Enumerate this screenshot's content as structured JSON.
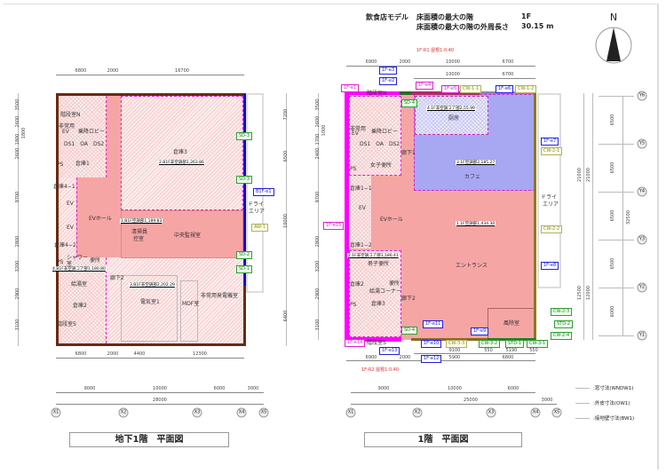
{
  "header": {
    "model": "飲食店モデル",
    "max_floor_label": "床面積の最大の階",
    "max_floor_value": "1F",
    "perimeter_label": "床面積の最大の階の外周長さ",
    "perimeter_value": "30.15 m"
  },
  "compass": {
    "label": "N"
  },
  "b1": {
    "title": "地下1階　平面図",
    "top_dims": [
      "6800",
      "2000",
      "16700"
    ],
    "bottom_dims": [
      "6800",
      "2000",
      "4400",
      "12300"
    ],
    "grid_dims": [
      "9000",
      "10000",
      "6000",
      "3000"
    ],
    "total_dim": "28000",
    "left_dims": [
      "3500",
      "2600",
      "1800",
      "1800",
      "2600",
      "9700",
      "2800",
      "3200",
      "2900",
      "3100"
    ],
    "right_dims": [
      "7200",
      "6500",
      "10000",
      "6400"
    ],
    "axes": [
      "X1",
      "X2",
      "X3",
      "X4",
      "X5"
    ],
    "rooms": [
      "階段室N",
      "非常用",
      "EV",
      "乗降ロビー",
      "DS1　OA　DS2",
      "倉庫1",
      "PS",
      "倉庫4−1",
      "EV",
      "EV",
      "EVホール",
      "清掃員",
      "控室",
      "中央監視室",
      "倉庫3",
      "倉庫4−2",
      "シャワー",
      "室",
      "便所",
      "PS",
      "廊下2",
      "給湯室",
      "倉庫2",
      "電気室1",
      "MDF室",
      "非常用発電機室",
      "階段室S",
      "ドライ",
      "エリア"
    ],
    "areas": [
      "2.B1F非空調部1,263.86",
      "1.B1F空調部1,189.83",
      "4.B1F非空調コア部1,180.80",
      "3.B1F非空調部2,202.29"
    ],
    "tags": [
      {
        "t": "B1F-e1",
        "c": "t-blue"
      },
      {
        "t": "SD-3",
        "c": "t-green"
      },
      {
        "t": "SD-3",
        "c": "t-green"
      },
      {
        "t": "AW-1",
        "c": "t-olive"
      },
      {
        "t": "SD-2",
        "c": "t-green"
      },
      {
        "t": "SD-1",
        "c": "t-green"
      }
    ]
  },
  "f1": {
    "title": "1階　平面図",
    "top_dims": [
      "6900",
      "2000",
      "10000",
      "6700"
    ],
    "top_dims2": [
      "10000",
      "6700"
    ],
    "bottom_dims1": [
      "9100",
      "550",
      "5190",
      "550"
    ],
    "bottom_dims": [
      "6900",
      "2000",
      "5900",
      "6800"
    ],
    "grid_dims": [
      "9000",
      "10000",
      "6000"
    ],
    "total_dim": "25000",
    "extra_dim": "3000",
    "left_dims": [
      "3500",
      "2600",
      "1000",
      "1700",
      "2400",
      "9700",
      "2800",
      "3200",
      "2900",
      "3100"
    ],
    "right_dims": [
      "6500",
      "6500",
      "6500",
      "6500",
      "6000"
    ],
    "right_totals": [
      "21000",
      "21000",
      "12500",
      "12000",
      "32500"
    ],
    "axes": [
      "X1",
      "X2",
      "X3",
      "X4",
      "X5"
    ],
    "y_axes": [
      "Y6",
      "Y5",
      "Y4",
      "Y3",
      "Y2",
      "Y1"
    ],
    "rooms": [
      "階段室N",
      "非常用",
      "EV",
      "乗降ロビー",
      "DS1　OA　DS2",
      "女子便所",
      "PS",
      "倉庫1−1",
      "廊下1",
      "厨房",
      "カフェ",
      "EV",
      "EVホール",
      "倉庫1−2",
      "男子便所",
      "倉庫2",
      "便所",
      "給湯コーナー",
      "廊下2",
      "倉庫3",
      "PS",
      "エントランス",
      "風除室",
      "階段室S",
      "ドライ",
      "エリア"
    ],
    "areas": [
      "4.1F非空調コア部2,55.99",
      "3.1F空調部2,185.27",
      "1.1F空調部1,434.30",
      "2.1F非空調コア部1,180.41"
    ],
    "tags": [
      {
        "t": "1F-e1",
        "c": "t-mag"
      },
      {
        "t": "1F-e3",
        "c": "t-blue"
      },
      {
        "t": "1F-e2",
        "c": "t-blue"
      },
      {
        "t": "1F-R1 屋根1:0.40",
        "c": "t-red"
      },
      {
        "t": "1F-e4",
        "c": "t-mag"
      },
      {
        "t": "1F-e5",
        "c": "t-mag"
      },
      {
        "t": "CW-1-1",
        "c": "t-olive"
      },
      {
        "t": "1F-e6",
        "c": "t-blue"
      },
      {
        "t": "CW-1-2",
        "c": "t-olive"
      },
      {
        "t": "SD-4",
        "c": "t-green"
      },
      {
        "t": "1F-e7",
        "c": "t-blue"
      },
      {
        "t": "CW-2-1",
        "c": "t-olive"
      },
      {
        "t": "CW-2-2",
        "c": "t-olive"
      },
      {
        "t": "1F-e8",
        "c": "t-blue"
      },
      {
        "t": "CW-2-3",
        "c": "t-green"
      },
      {
        "t": "STD-2",
        "c": "t-green"
      },
      {
        "t": "CW-2-4",
        "c": "t-green"
      },
      {
        "t": "1F-e15",
        "c": "t-mag"
      },
      {
        "t": "SD-4",
        "c": "t-green"
      },
      {
        "t": "1F-e11",
        "c": "t-blue"
      },
      {
        "t": "1F-e9",
        "c": "t-blue"
      },
      {
        "t": "1F-e14",
        "c": "t-mag"
      },
      {
        "t": "1F-e13",
        "c": "t-blue"
      },
      {
        "t": "1F-e10",
        "c": "t-blue"
      },
      {
        "t": "1F-e12",
        "c": "t-blue"
      },
      {
        "t": "CW-3-3",
        "c": "t-olive"
      },
      {
        "t": "CW-3-2",
        "c": "t-green"
      },
      {
        "t": "STD-1",
        "c": "t-green"
      },
      {
        "t": "CW-3-1",
        "c": "t-green"
      },
      {
        "t": "1F-R2 屋根1:0.40",
        "c": "t-red"
      }
    ]
  },
  "legend": [
    ":窓寸法(WNDW1)",
    ":外皮寸法(OW1)",
    ":接地壁寸法(BW1)"
  ],
  "colors": {
    "conditioned": "#f6a5a5",
    "cafe": "#a7a7f2",
    "outline_b1": "#6a2a10",
    "edge_magenta": "#ff00ff",
    "edge_blue": "#0000ff"
  }
}
